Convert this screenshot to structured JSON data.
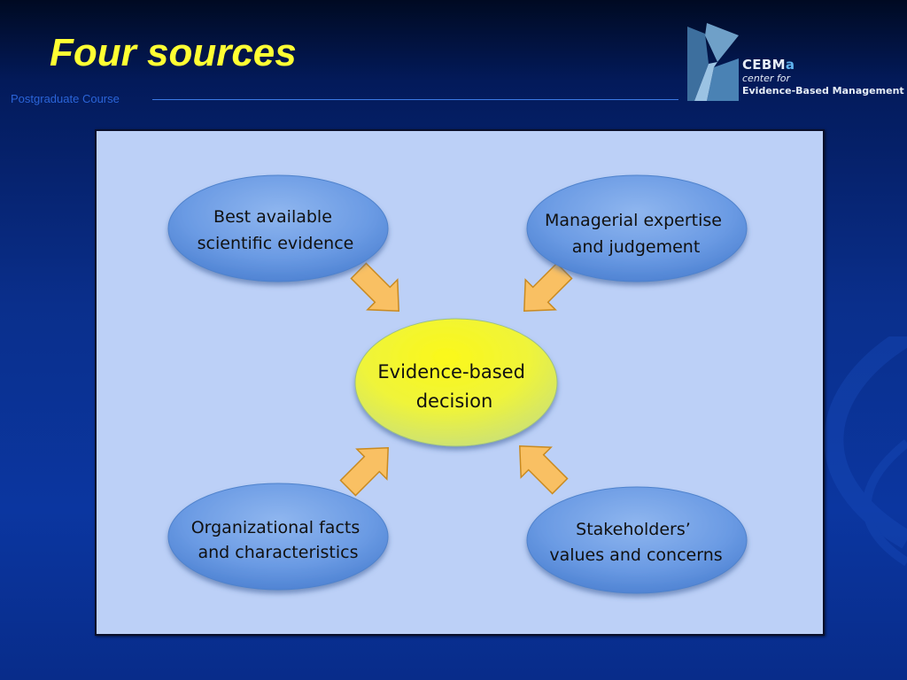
{
  "slide": {
    "title": "Four sources",
    "subtitle": "Postgraduate Course"
  },
  "logo": {
    "brand_main": "CEBM",
    "brand_accent": "a",
    "line1": "center for",
    "line2": "Evidence-Based Management"
  },
  "diagram": {
    "center": {
      "lines": [
        "Evidence-based",
        "decision"
      ]
    },
    "sources": [
      {
        "lines": [
          "Best available",
          "scientific evidence"
        ]
      },
      {
        "lines": [
          "Managerial expertise",
          "and judgement"
        ]
      },
      {
        "lines": [
          "Organizational facts",
          "and characteristics"
        ]
      },
      {
        "lines": [
          "Stakeholders’",
          "values and concerns"
        ]
      }
    ]
  },
  "colors": {
    "title": "#ffff33",
    "panel": "#bcd0f7",
    "ellipse_blue": "#5b8fdc",
    "center_yellow": "#f7f21c",
    "arrow": "#f9c063"
  }
}
